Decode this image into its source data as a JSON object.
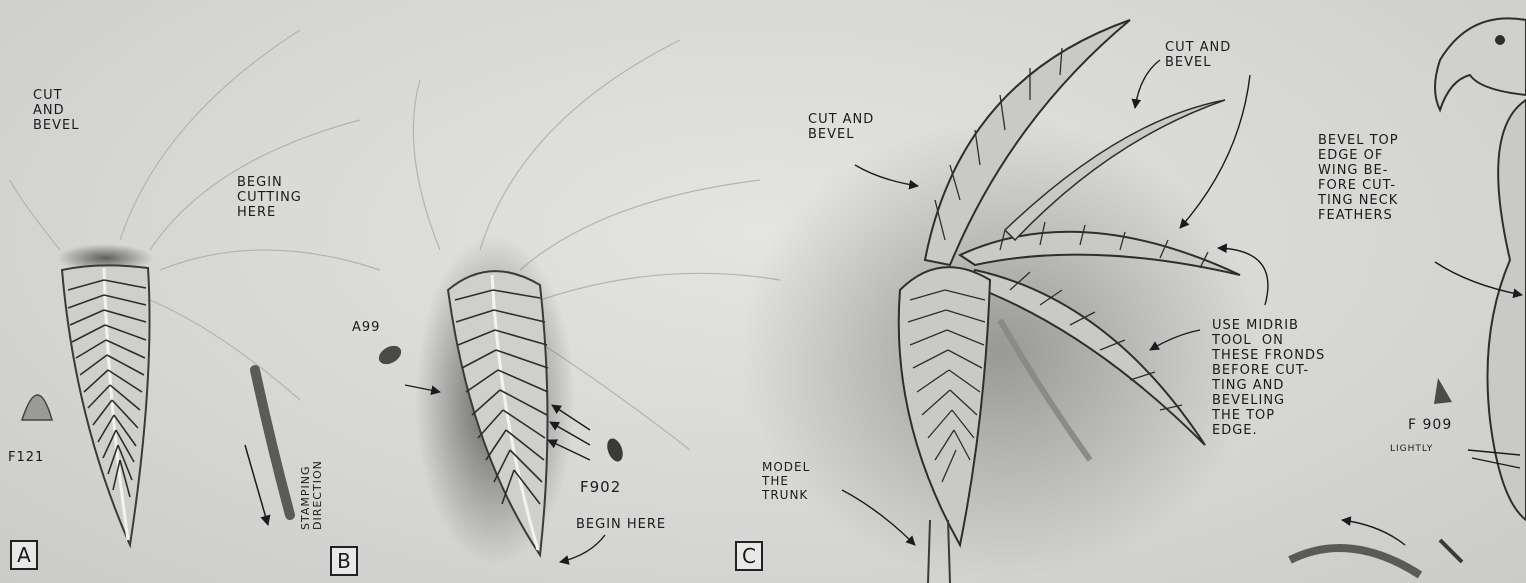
{
  "panels": [
    {
      "id": "A",
      "label": "A"
    },
    {
      "id": "B",
      "label": "B"
    },
    {
      "id": "C",
      "label": "C"
    }
  ],
  "annotations": {
    "a_cut_bevel": "CUT\nAND\nBEVEL",
    "a_begin_cutting": "BEGIN\nCUTTING\nHERE",
    "a_f121": "F121",
    "a_stamping": "STAMPING\nDIRECTION",
    "b_a99": "A99",
    "b_f902": "F902",
    "b_begin_here": "BEGIN HERE",
    "c_cut_bevel_left": "CUT AND\nBEVEL",
    "c_cut_bevel_top": "CUT AND\nBEVEL",
    "c_use_midrib": "USE MIDRIB\nTOOL  ON\nTHESE FRONDS\nBEFORE CUT-\nTING AND\nBEVELING\nTHE TOP\nEDGE.",
    "c_model_trunk": "MODEL\nTHE\nTRUNK",
    "d_bevel_top": "BEVEL TOP\nEDGE OF\nWING BE-\nFORE CUT-\nTING NECK\nFEATHERS",
    "d_f909": "F 909",
    "d_lightly": "LIGHTLY"
  },
  "colors": {
    "leather": "#d7d7d5",
    "ink": "#1b1b1b",
    "shadow": "#7a7a78"
  }
}
